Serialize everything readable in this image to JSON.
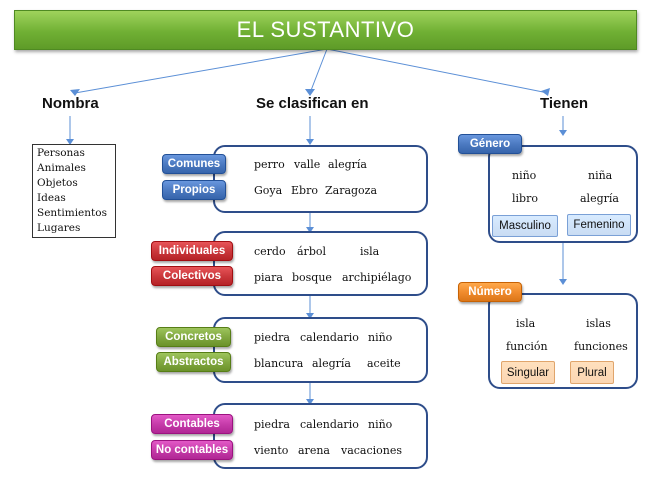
{
  "title": "EL SUSTANTIVO",
  "headings": {
    "nombra": "Nombra",
    "clasifican": "Se clasifican en",
    "tienen": "Tienen"
  },
  "nombra_items": [
    "Personas",
    "Animales",
    "Objetos",
    "Ideas",
    "Sentimientos",
    "Lugares"
  ],
  "groups": [
    {
      "color": "#4a78bf",
      "rows": [
        {
          "tag": "Comunes",
          "words": [
            "perro",
            "valle",
            "alegría"
          ]
        },
        {
          "tag": "Propios",
          "words": [
            "Goya",
            "Ebro",
            "Zaragoza"
          ]
        }
      ]
    },
    {
      "color": "#c9363a",
      "rows": [
        {
          "tag": "Individuales",
          "words": [
            "cerdo",
            "árbol",
            "isla"
          ]
        },
        {
          "tag": "Colectivos",
          "words": [
            "piara",
            "bosque",
            "archipiélago"
          ]
        }
      ]
    },
    {
      "color": "#7fa63e",
      "rows": [
        {
          "tag": "Concretos",
          "words": [
            "piedra",
            "calendario",
            "niño"
          ]
        },
        {
          "tag": "Abstractos",
          "words": [
            "blancura",
            "alegría",
            "aceite"
          ]
        }
      ]
    },
    {
      "color": "#c43aa8",
      "rows": [
        {
          "tag": "Contables",
          "words": [
            "piedra",
            "calendario",
            "niño"
          ]
        },
        {
          "tag": "No contables",
          "words": [
            "viento",
            "arena",
            "vacaciones"
          ]
        }
      ]
    }
  ],
  "genero": {
    "tag": "Género",
    "tag_color": "#4a78bf",
    "left": {
      "words": [
        "niño",
        "libro"
      ],
      "label": "Masculino"
    },
    "right": {
      "words": [
        "niña",
        "alegría"
      ],
      "label": "Femenino"
    },
    "pill_color": "#c9dcf3"
  },
  "numero": {
    "tag": "Número",
    "tag_color": "#ef8a2c",
    "left": {
      "words": [
        "isla",
        "función"
      ],
      "label": "Singular"
    },
    "right": {
      "words": [
        "islas",
        "funciones"
      ],
      "label": "Plural"
    },
    "pill_color": "#fbd6b3"
  }
}
